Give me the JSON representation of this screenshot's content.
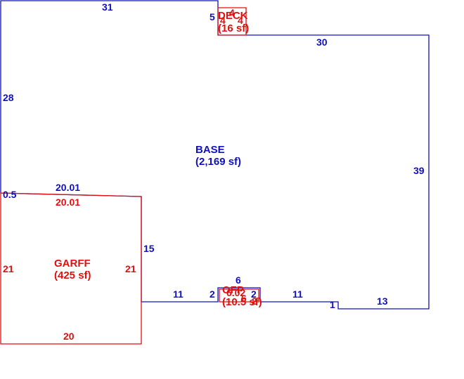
{
  "colors": {
    "base": "#1010c0",
    "addition": "#e01010",
    "background": "#ffffff"
  },
  "areas": {
    "base": {
      "name": "BASE",
      "area": "(2,169 sf)"
    },
    "garage": {
      "name": "GARFF",
      "area": "(425 sf)"
    },
    "deck": {
      "name": "DECK",
      "area": "(16 sf)"
    },
    "open_porch": {
      "name": "OFP",
      "area": "(10.5 sf)"
    }
  },
  "dimensions": {
    "base_top": "31",
    "base_left": "28",
    "base_notch_left": "5",
    "base_top_right": "30",
    "base_right": "39",
    "base_bottom_right": "13",
    "base_step": "1",
    "base_bottom_mid_right": "11",
    "base_bottom_mid_left": "11",
    "base_porch_left": "2",
    "base_porch_right": "2",
    "base_porch_top": "6",
    "base_garage_right": "15",
    "base_garage_top": "20.01",
    "base_garage_corner": "0.5",
    "garage_top": "20.01",
    "garage_left": "21",
    "garage_right": "21",
    "garage_bottom": "20",
    "deck_left": "4",
    "deck_top": "4",
    "deck_right": "4",
    "porch_inner_left": "6.02",
    "porch_inner_bottom": "6",
    "porch_inner_right": "2"
  }
}
